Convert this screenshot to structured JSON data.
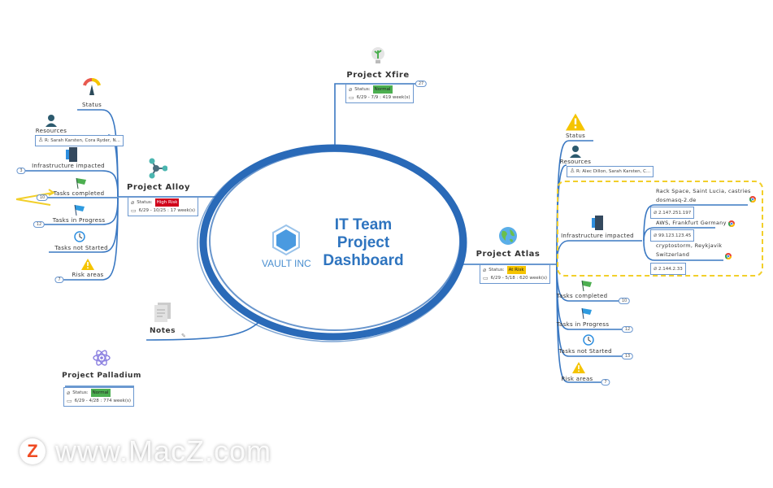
{
  "center": {
    "title": "IT Team Project Dashboard",
    "logo_text": "VAULT INC"
  },
  "colors": {
    "branch": "#3a78c2",
    "ellipse": "#2a6ab8",
    "high_risk": "#d0021b",
    "at_risk": "#f5c400",
    "normal": "#4caf50",
    "highlight_border": "#f2cf2a"
  },
  "xfire": {
    "title": "Project Xfire",
    "icon": "lightbulb-sprout-icon",
    "status_label": "Status:",
    "status": "Normal",
    "dates": "6/29 - 7/9 : 419 week(s)",
    "badge": "27"
  },
  "alloy": {
    "title": "Project Alloy",
    "icon": "network-nodes-icon",
    "status_label": "Status:",
    "status": "High Risk",
    "dates": "6/29 - 10/25 : 17 week(s)",
    "children": {
      "status": "Status",
      "resources": "Resources",
      "resources_value": "R: Sarah Karsten, Cora Ryder, N...",
      "infrastructure": "Infrastructure impacted",
      "infrastructure_badge": "3",
      "tasks_completed": "Tasks completed",
      "tasks_completed_badge": "10",
      "tasks_in_progress": "Tasks in Progress",
      "tasks_in_progress_badge": "12",
      "tasks_not_started": "Tasks not Started",
      "risk_areas": "Risk areas",
      "risk_areas_badge": "7"
    }
  },
  "notes": {
    "title": "Notes"
  },
  "palladium": {
    "title": "Project Palladium",
    "icon": "atom-icon",
    "status_label": "Status:",
    "status": "Normal",
    "dates": "6/29 - 4/28 : 774 week(s)"
  },
  "atlas": {
    "title": "Project Atlas",
    "icon": "globe-icon",
    "status_label": "Status:",
    "status": "At Risk",
    "dates": "6/29 - 5/18 : 620 week(s)",
    "children": {
      "status": "Status",
      "resources": "Resources",
      "resources_value": "R: Alec Dillon, Sarah Karsten, C...",
      "infrastructure": "Infrastructure impacted",
      "sites": [
        {
          "name": "Rack Space, Saint Lucia, castries dosmasq-2.de",
          "ip": "2.147.251.197"
        },
        {
          "name": "AWS, Frankfurt Germany",
          "ip": "99.123.123.45"
        },
        {
          "name": "cryptostorm, Reykjavik Switzerland",
          "ip": "2.144.2.33"
        }
      ],
      "tasks_completed": "Tasks completed",
      "tasks_completed_badge": "10",
      "tasks_in_progress": "Tasks in Progress",
      "tasks_in_progress_badge": "12",
      "tasks_not_started": "Tasks not Started",
      "tasks_not_started_badge": "13",
      "risk_areas": "Risk areas",
      "risk_areas_badge": "7"
    }
  },
  "watermark": {
    "text": "www.MacZ.com",
    "logo": "Z"
  }
}
